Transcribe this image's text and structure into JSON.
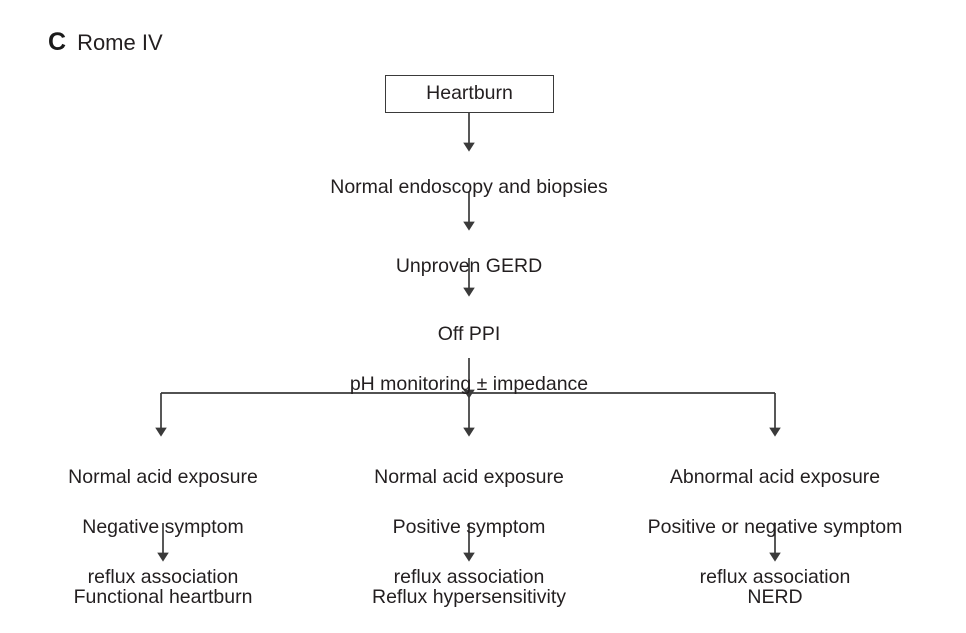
{
  "figure": {
    "panel_letter": "C",
    "panel_label": "Rome IV",
    "background_color": "#ffffff",
    "line_color": "#3a3a3a",
    "text_color": "#231f20"
  },
  "nodes": {
    "heartburn": {
      "label": "Heartburn",
      "shape": "box"
    },
    "endoscopy": {
      "label": "Normal endoscopy and biopsies",
      "shape": "text"
    },
    "unproven_gerd": {
      "label": "Unproven GERD",
      "shape": "text"
    },
    "testing": {
      "line1": "Off PPI",
      "line2": "pH monitoring ± impedance",
      "shape": "text"
    },
    "branch_left": {
      "line1": "Normal acid exposure",
      "line2": "Negative symptom",
      "line3": "reflux association",
      "shape": "text"
    },
    "branch_middle": {
      "line1": "Normal acid exposure",
      "line2": "Positive symptom",
      "line3": "reflux association",
      "shape": "text"
    },
    "branch_right": {
      "line1": "Abnormal acid exposure",
      "line2": "Positive or negative symptom",
      "line3": "reflux association",
      "shape": "text"
    },
    "outcome_left": {
      "label": "Functional heartburn",
      "shape": "text"
    },
    "outcome_middle": {
      "label": "Reflux hypersensitivity",
      "shape": "text"
    },
    "outcome_right": {
      "label": "NERD",
      "shape": "text"
    }
  },
  "chart_data": {
    "type": "diagram",
    "title": "C Rome IV",
    "diagram_kind": "clinical-algorithm-flowchart",
    "orientation": "top-to-bottom",
    "nodes": [
      {
        "id": "heartburn",
        "text": "Heartburn",
        "style": "boxed",
        "level": 0
      },
      {
        "id": "endoscopy",
        "text": "Normal endoscopy and biopsies",
        "style": "plain",
        "level": 1
      },
      {
        "id": "unproven_gerd",
        "text": "Unproven GERD",
        "style": "plain",
        "level": 2
      },
      {
        "id": "testing",
        "text": "Off PPI\npH monitoring ± impedance",
        "style": "plain",
        "level": 3
      },
      {
        "id": "branch_left",
        "text": "Normal acid exposure\nNegative symptom\nreflux association",
        "style": "plain",
        "level": 4
      },
      {
        "id": "branch_middle",
        "text": "Normal acid exposure\nPositive symptom\nreflux association",
        "style": "plain",
        "level": 4
      },
      {
        "id": "branch_right",
        "text": "Abnormal acid exposure\nPositive or negative symptom\nreflux association",
        "style": "plain",
        "level": 4
      },
      {
        "id": "outcome_left",
        "text": "Functional heartburn",
        "style": "plain",
        "level": 5
      },
      {
        "id": "outcome_middle",
        "text": "Reflux hypersensitivity",
        "style": "plain",
        "level": 5
      },
      {
        "id": "outcome_right",
        "text": "NERD",
        "style": "plain",
        "level": 5
      }
    ],
    "edges": [
      {
        "from": "heartburn",
        "to": "endoscopy",
        "arrow": true
      },
      {
        "from": "endoscopy",
        "to": "unproven_gerd",
        "arrow": true
      },
      {
        "from": "unproven_gerd",
        "to": "testing",
        "arrow": true
      },
      {
        "from": "testing",
        "to": "branch_left",
        "arrow": true
      },
      {
        "from": "testing",
        "to": "branch_middle",
        "arrow": true
      },
      {
        "from": "testing",
        "to": "branch_right",
        "arrow": true
      },
      {
        "from": "branch_left",
        "to": "outcome_left",
        "arrow": true
      },
      {
        "from": "branch_middle",
        "to": "outcome_middle",
        "arrow": true
      },
      {
        "from": "branch_right",
        "to": "outcome_right",
        "arrow": true
      }
    ]
  }
}
